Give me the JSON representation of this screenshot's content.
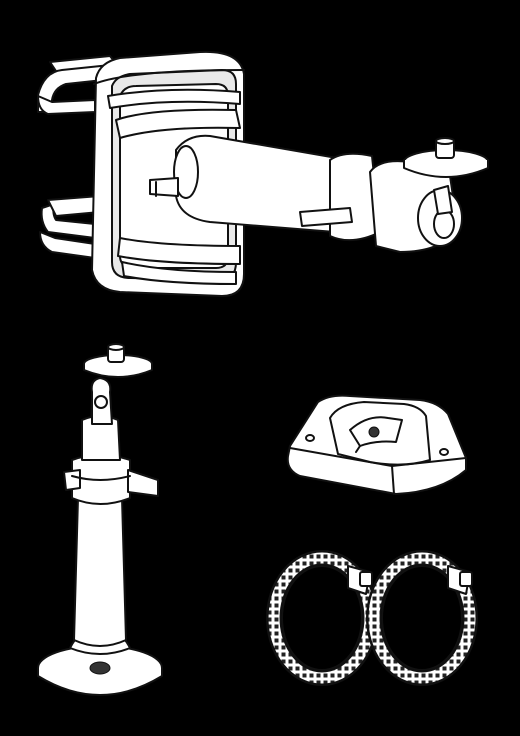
{
  "figure": {
    "background_color": "#000000",
    "line_color": "#111111",
    "fill_color": "#ffffff",
    "parts": [
      {
        "name": "pole-mount-bracket-with-arm",
        "icon": "pole-mount-icon"
      },
      {
        "name": "tripod-style-mount",
        "icon": "camera-mount-icon"
      },
      {
        "name": "adhesive-base-plate",
        "icon": "base-plate-icon"
      },
      {
        "name": "hose-clamp-left",
        "icon": "hose-clamp-icon"
      },
      {
        "name": "hose-clamp-right",
        "icon": "hose-clamp-icon"
      }
    ]
  }
}
